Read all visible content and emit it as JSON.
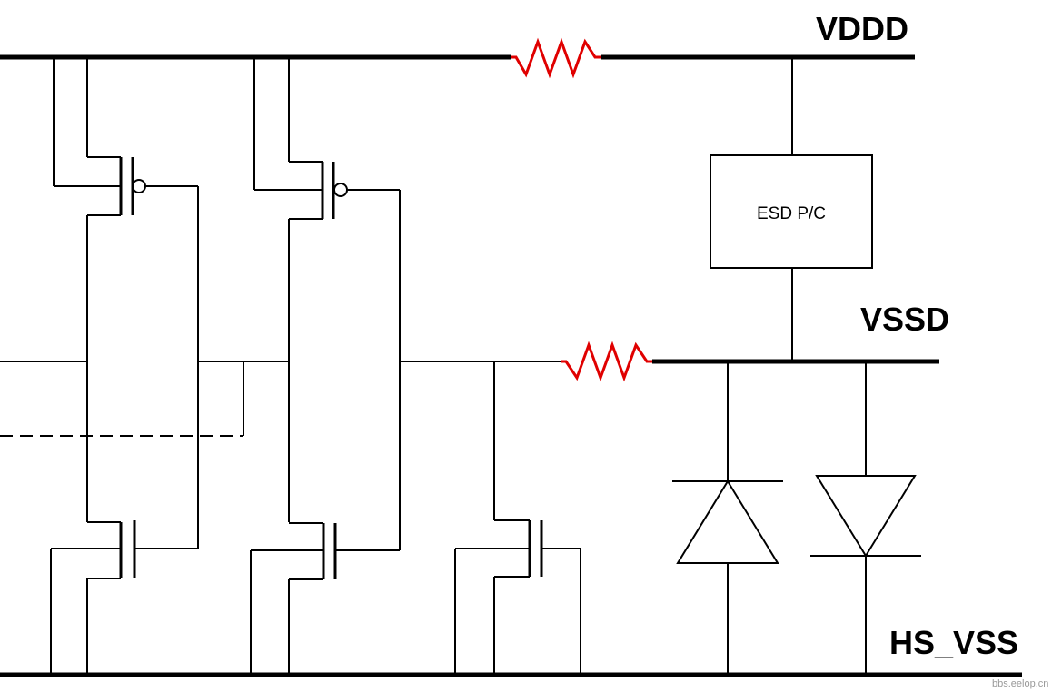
{
  "labels": {
    "vddd": "VDDD",
    "vssd": "VSSD",
    "hs_vss": "HS_VSS",
    "esd_box": "ESD P/C"
  },
  "watermark": "bbs.eelop.cn",
  "colors": {
    "wire": "#000000",
    "resistor": "#e00000",
    "background": "#ffffff"
  }
}
